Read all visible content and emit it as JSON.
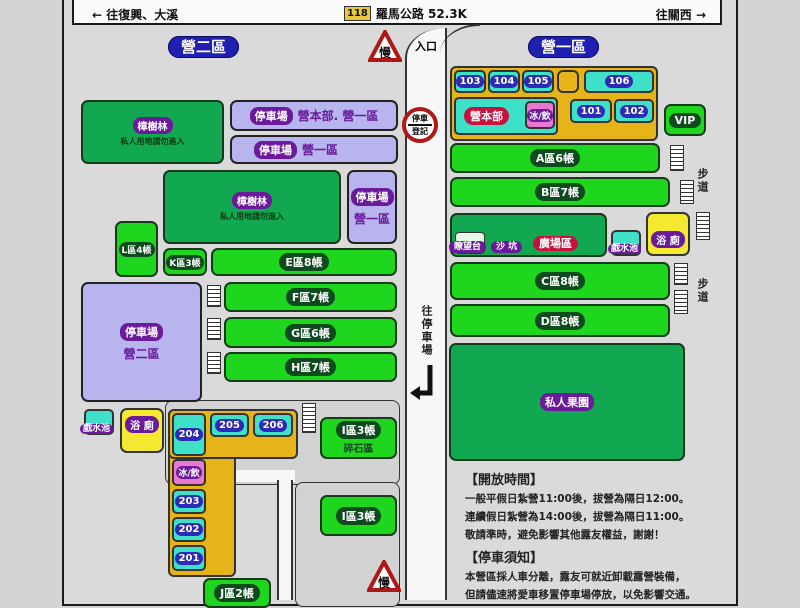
{
  "topbar": {
    "left": "← 往復興、大溪",
    "route_number": "118",
    "center": "羅馬公路 52.3K",
    "right": "往關西 →"
  },
  "signs": {
    "slow": "慢",
    "entrance": "入口",
    "register_top": "停車",
    "register_bottom": "登記",
    "to_parking": "往停車場",
    "walkway": "步道"
  },
  "zones": {
    "zone1_title": "營一區",
    "zone2_title": "營二區"
  },
  "camp1": {
    "sites_top": [
      "103",
      "104",
      "105",
      "106"
    ],
    "hq": "營本部",
    "shop": "冰/飲",
    "sites_mid": [
      "101",
      "102"
    ],
    "vip": "VIP",
    "a": "A區6帳",
    "b": "B區7帳",
    "lookout": "瞭望台",
    "sandpit": "沙 坑",
    "plaza": "廣場區",
    "waterplay": "戲水池",
    "bathroom": "浴 廁",
    "c": "C區8帳",
    "d": "D區8帳",
    "orchard": "私人果園"
  },
  "camp2": {
    "camphor1": "樟樹林",
    "camphor1_sub": "私人用地請勿進入",
    "parking1_label": "停車場",
    "parking1_text": "營本部. 營一區",
    "parking2_label": "停車場",
    "parking2_text": "營一區",
    "camphor2": "樟樹林",
    "camphor2_sub": "私人用地請勿進入",
    "parking3_label": "停車場",
    "parking3_text": "營一區",
    "l": "L區4帳",
    "k": "K區3帳",
    "e": "E區8帳",
    "parking4_label": "停車場",
    "parking4_text": "營二區",
    "f": "F區7帳",
    "g": "G區6帳",
    "h": "H區7帳",
    "waterplay": "戲水池",
    "bathroom": "浴 廁",
    "sites_top": [
      "204",
      "205",
      "206"
    ],
    "shop": "冰/飲",
    "sites_col": [
      "203",
      "202",
      "201"
    ],
    "i1": "I區3帳",
    "i1_sub": "碎石區",
    "i2": "I區3帳",
    "j": "J區2帳"
  },
  "info": {
    "hours_title": "【開放時間】",
    "hours_lines": [
      "一般平假日紮營11:00後，拔營為隔日12:00。",
      "連續假日紮營為14:00後，拔營為隔日11:00。",
      "敬請準時，避免影響其他露友權益，謝謝！"
    ],
    "parking_title": "【停車須知】",
    "parking_lines": [
      "本營區採人車分離，露友可就近卸載露營裝備，",
      "但請儘速將愛車移置停車場停放，以免影響交通。"
    ]
  },
  "colors": {
    "site_green": "#1fd61f",
    "forest_green": "#12a852",
    "parking_lavender": "#b8b4ee",
    "cabin_orange": "#e6b418",
    "site_cyan": "#3ee0c8",
    "bath_yellow": "#f5e831",
    "title_blue": "#1f1fb0",
    "sign_red": "#b01818"
  }
}
